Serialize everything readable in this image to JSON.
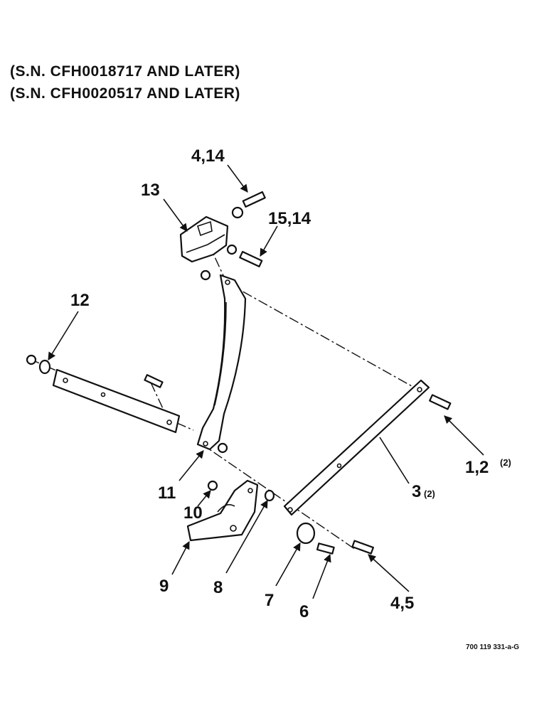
{
  "header": {
    "serial_line_1": "(S.N. CFH0018717 AND LATER)",
    "serial_line_2": "(S.N. CFH0020517 AND LATER)"
  },
  "callouts": {
    "c_4_14": "4,14",
    "c_13": "13",
    "c_15_14": "15,14",
    "c_12": "12",
    "c_1_2": "1,2",
    "c_1_2_qty": "(2)",
    "c_3": "3",
    "c_3_qty": "(2)",
    "c_11": "11",
    "c_10": "10",
    "c_9": "9",
    "c_8": "8",
    "c_7": "7",
    "c_6": "6",
    "c_4_5": "4,5"
  },
  "figure_ref": "700 119 331-a-G"
}
